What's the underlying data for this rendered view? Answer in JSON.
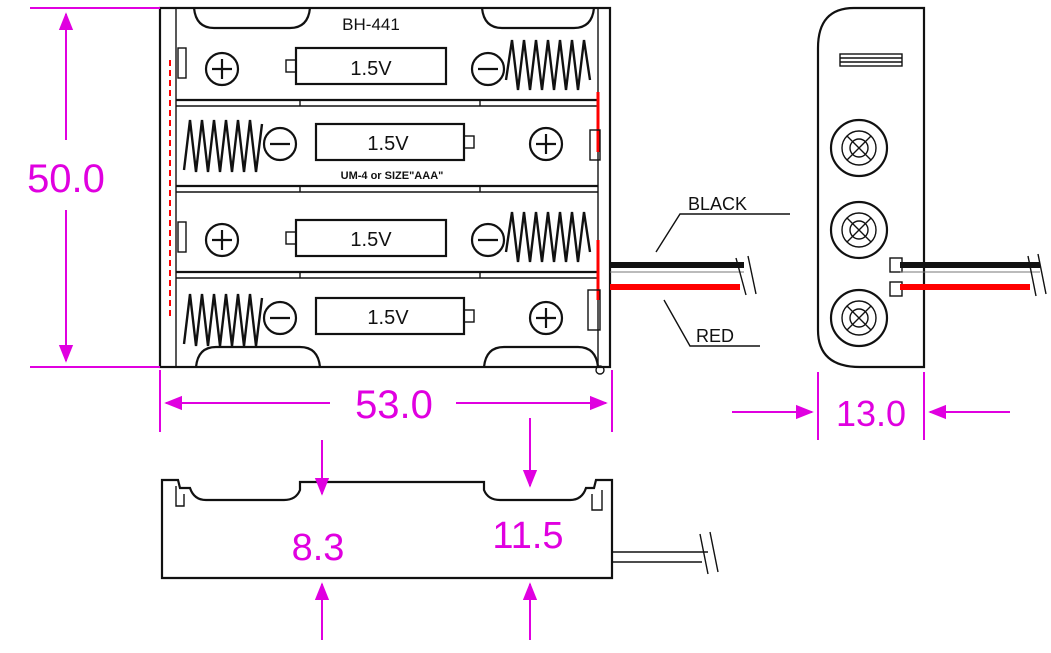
{
  "model": "BH-441",
  "cells": [
    {
      "voltage": "1.5V"
    },
    {
      "voltage": "1.5V",
      "size_note": "UM-4 or SIZE\"AAA\""
    },
    {
      "voltage": "1.5V"
    },
    {
      "voltage": "1.5V"
    }
  ],
  "wires": {
    "black_label": "BLACK",
    "red_label": "RED"
  },
  "dimensions": {
    "height": "50.0",
    "width": "53.0",
    "depth": "13.0",
    "low_wall": "8.3",
    "high_wall": "11.5"
  },
  "colors": {
    "dimension": "#e000e0",
    "red_wire": "#ff0000",
    "black_wire": "#111111",
    "line": "#111111"
  }
}
